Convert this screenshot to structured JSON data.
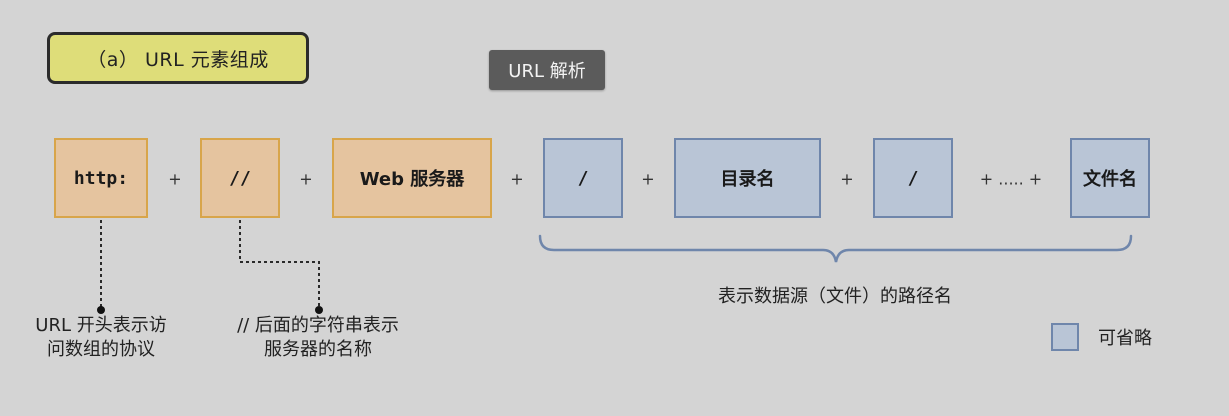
{
  "title": "（a） URL 元素组成",
  "tooltip": "URL 解析",
  "parts": {
    "scheme": "http:",
    "slashes": "//",
    "server": "Web 服务器",
    "slash1": "/",
    "dir": "目录名",
    "slash2": "/",
    "ellipsis": "+ ..... +",
    "file": "文件名"
  },
  "plus": "+",
  "annotations": {
    "scheme_line1": "URL 开头表示访",
    "scheme_line2": "问数组的协议",
    "slashes_line1": "// 后面的字符串表示",
    "slashes_line2": "服务器的名称",
    "path": "表示数据源（文件）的路径名"
  },
  "legend": {
    "label": "可省略",
    "color": "#b9c5d6"
  },
  "colors": {
    "required_fill": "#e5c49f",
    "required_border": "#d8a54a",
    "optional_fill": "#b9c5d6",
    "optional_border": "#6f86ab"
  }
}
